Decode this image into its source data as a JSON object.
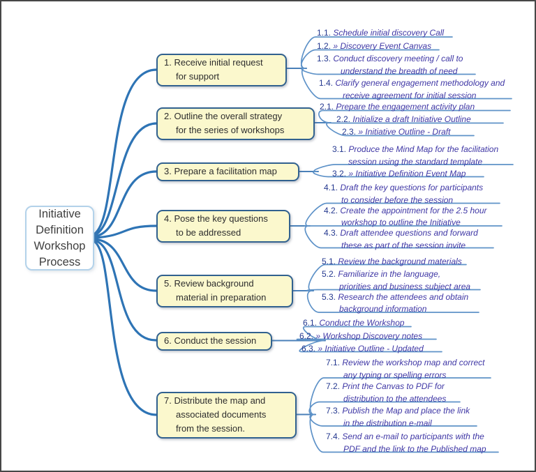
{
  "root": {
    "label": "Initiative Definition Workshop Process"
  },
  "groups": [
    {
      "num": "1.",
      "lines": [
        "Receive initial request",
        "for support"
      ],
      "items": [
        {
          "num": "1.1.",
          "lines": [
            "Schedule initial discovery Call"
          ]
        },
        {
          "num": "1.2.",
          "lines": [
            "» Discovery Event Canvas"
          ]
        },
        {
          "num": "1.3.",
          "lines": [
            "Conduct discovery meeting / call to",
            "understand the breadth of need"
          ]
        },
        {
          "num": "1.4.",
          "lines": [
            "Clarify general engagement methodology and",
            "receive agreement for initial session"
          ]
        }
      ]
    },
    {
      "num": "2.",
      "lines": [
        "Outline the overall strategy",
        "for the series of workshops"
      ],
      "items": [
        {
          "num": "2.1.",
          "lines": [
            "Prepare the engagement activity plan"
          ]
        },
        {
          "num": "2.2.",
          "lines": [
            "Initialize a draft Initiative Outline"
          ]
        },
        {
          "num": "2.3.",
          "lines": [
            "» Initiative Outline - Draft"
          ]
        }
      ]
    },
    {
      "num": "3.",
      "lines": [
        "Prepare a facilitation map"
      ],
      "items": [
        {
          "num": "3.1.",
          "lines": [
            "Produce the Mind Map for the facilitation",
            "session using the standard template"
          ]
        },
        {
          "num": "3.2.",
          "lines": [
            "» Initiative Definition Event Map"
          ]
        }
      ]
    },
    {
      "num": "4.",
      "lines": [
        "Pose the key questions",
        "to be addressed"
      ],
      "items": [
        {
          "num": "4.1.",
          "lines": [
            "Draft the key questions for participants",
            "to consider before the session"
          ]
        },
        {
          "num": "4.2.",
          "lines": [
            "Create the appointment for the 2.5 hour",
            "workshop to outline the Initiative"
          ]
        },
        {
          "num": "4.3.",
          "lines": [
            "Draft attendee questions and forward",
            "these as part of the session invite"
          ]
        }
      ]
    },
    {
      "num": "5.",
      "lines": [
        "Review background",
        "material in preparation"
      ],
      "items": [
        {
          "num": "5.1.",
          "lines": [
            "Review the background materials"
          ]
        },
        {
          "num": "5.2.",
          "lines": [
            "Familiarize in the language,",
            "priorities and business subject area"
          ]
        },
        {
          "num": "5.3.",
          "lines": [
            "Research the attendees and obtain",
            "background information"
          ]
        }
      ]
    },
    {
      "num": "6.",
      "lines": [
        "Conduct the session"
      ],
      "items": [
        {
          "num": "6.1.",
          "lines": [
            "Conduct the Workshop"
          ]
        },
        {
          "num": "6.2.",
          "lines": [
            "» Workshop Discovery notes"
          ]
        },
        {
          "num": "6.3.",
          "lines": [
            "» Initiative Outline - Updated"
          ]
        }
      ]
    },
    {
      "num": "7.",
      "lines": [
        "Distribute the map and",
        "associated documents",
        "from the session."
      ],
      "items": [
        {
          "num": "7.1.",
          "lines": [
            "Review the workshop map and correct",
            "any typing or spelling errors"
          ]
        },
        {
          "num": "7.2.",
          "lines": [
            "Print the Canvas to PDF for",
            "distribution to the attendees"
          ]
        },
        {
          "num": "7.3.",
          "lines": [
            "Publish the Map and place the link",
            "in the distribution e-mail"
          ]
        },
        {
          "num": "7.4.",
          "lines": [
            "Send an e-mail to participants with the",
            "PDF and the link to the Published map"
          ]
        }
      ]
    }
  ],
  "colors": {
    "main_branch": "#2e74b5",
    "sub_branch": "#5e92c8",
    "topic_fill": "#fbf8cd",
    "topic_border": "#31618f",
    "item_number": "#24388f",
    "item_text": "#3f37a5",
    "root_text": "#3f3f3f"
  }
}
